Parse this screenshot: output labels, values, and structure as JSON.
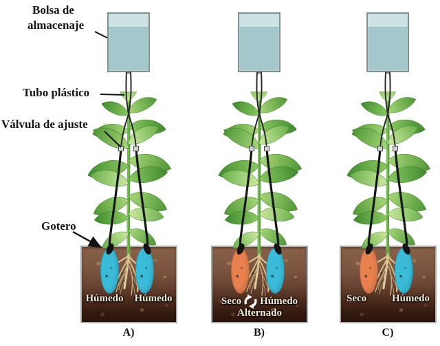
{
  "figure": {
    "title_none": "",
    "labels": {
      "storage_bag_line1": "Bolsa de",
      "storage_bag_line2": "almacenaje",
      "plastic_tube": "Tubo plástico",
      "adjustment_valve": "Válvula de ajuste",
      "dripper": "Gotero"
    },
    "colors": {
      "water": "#a3c7cb",
      "bag_air_gap": "#cde2e3",
      "bag_border": "#7e9092",
      "wet_zone": "#3abcd9",
      "dry_zone": "#e8814e",
      "soil_light": "#8a6149",
      "soil_dark": "#2b140c",
      "tube": "#2b2b2b",
      "leaf_light": "#cdeaa0",
      "leaf_dark": "#3f8a2e",
      "caption_text": "#f3ead9"
    },
    "panels": [
      {
        "id": "A",
        "label": "A)",
        "left_zone": {
          "state": "Húmedo",
          "type": "wet",
          "color": "#3abcd9"
        },
        "right_zone": {
          "state": "Húmedo",
          "type": "wet",
          "color": "#3abcd9"
        },
        "caption_extra": ""
      },
      {
        "id": "B",
        "label": "B)",
        "left_zone": {
          "state": "Seco",
          "type": "dry",
          "color": "#e8814e"
        },
        "right_zone": {
          "state": "Húmedo",
          "type": "wet",
          "color": "#3abcd9"
        },
        "cycle_icon": "alternating-cycle",
        "caption_extra": "Alternado"
      },
      {
        "id": "C",
        "label": "C)",
        "left_zone": {
          "state": "Seco",
          "type": "dry",
          "color": "#e8814e"
        },
        "right_zone": {
          "state": "Húmedo",
          "type": "wet",
          "color": "#3abcd9"
        },
        "caption_extra": ""
      }
    ]
  }
}
